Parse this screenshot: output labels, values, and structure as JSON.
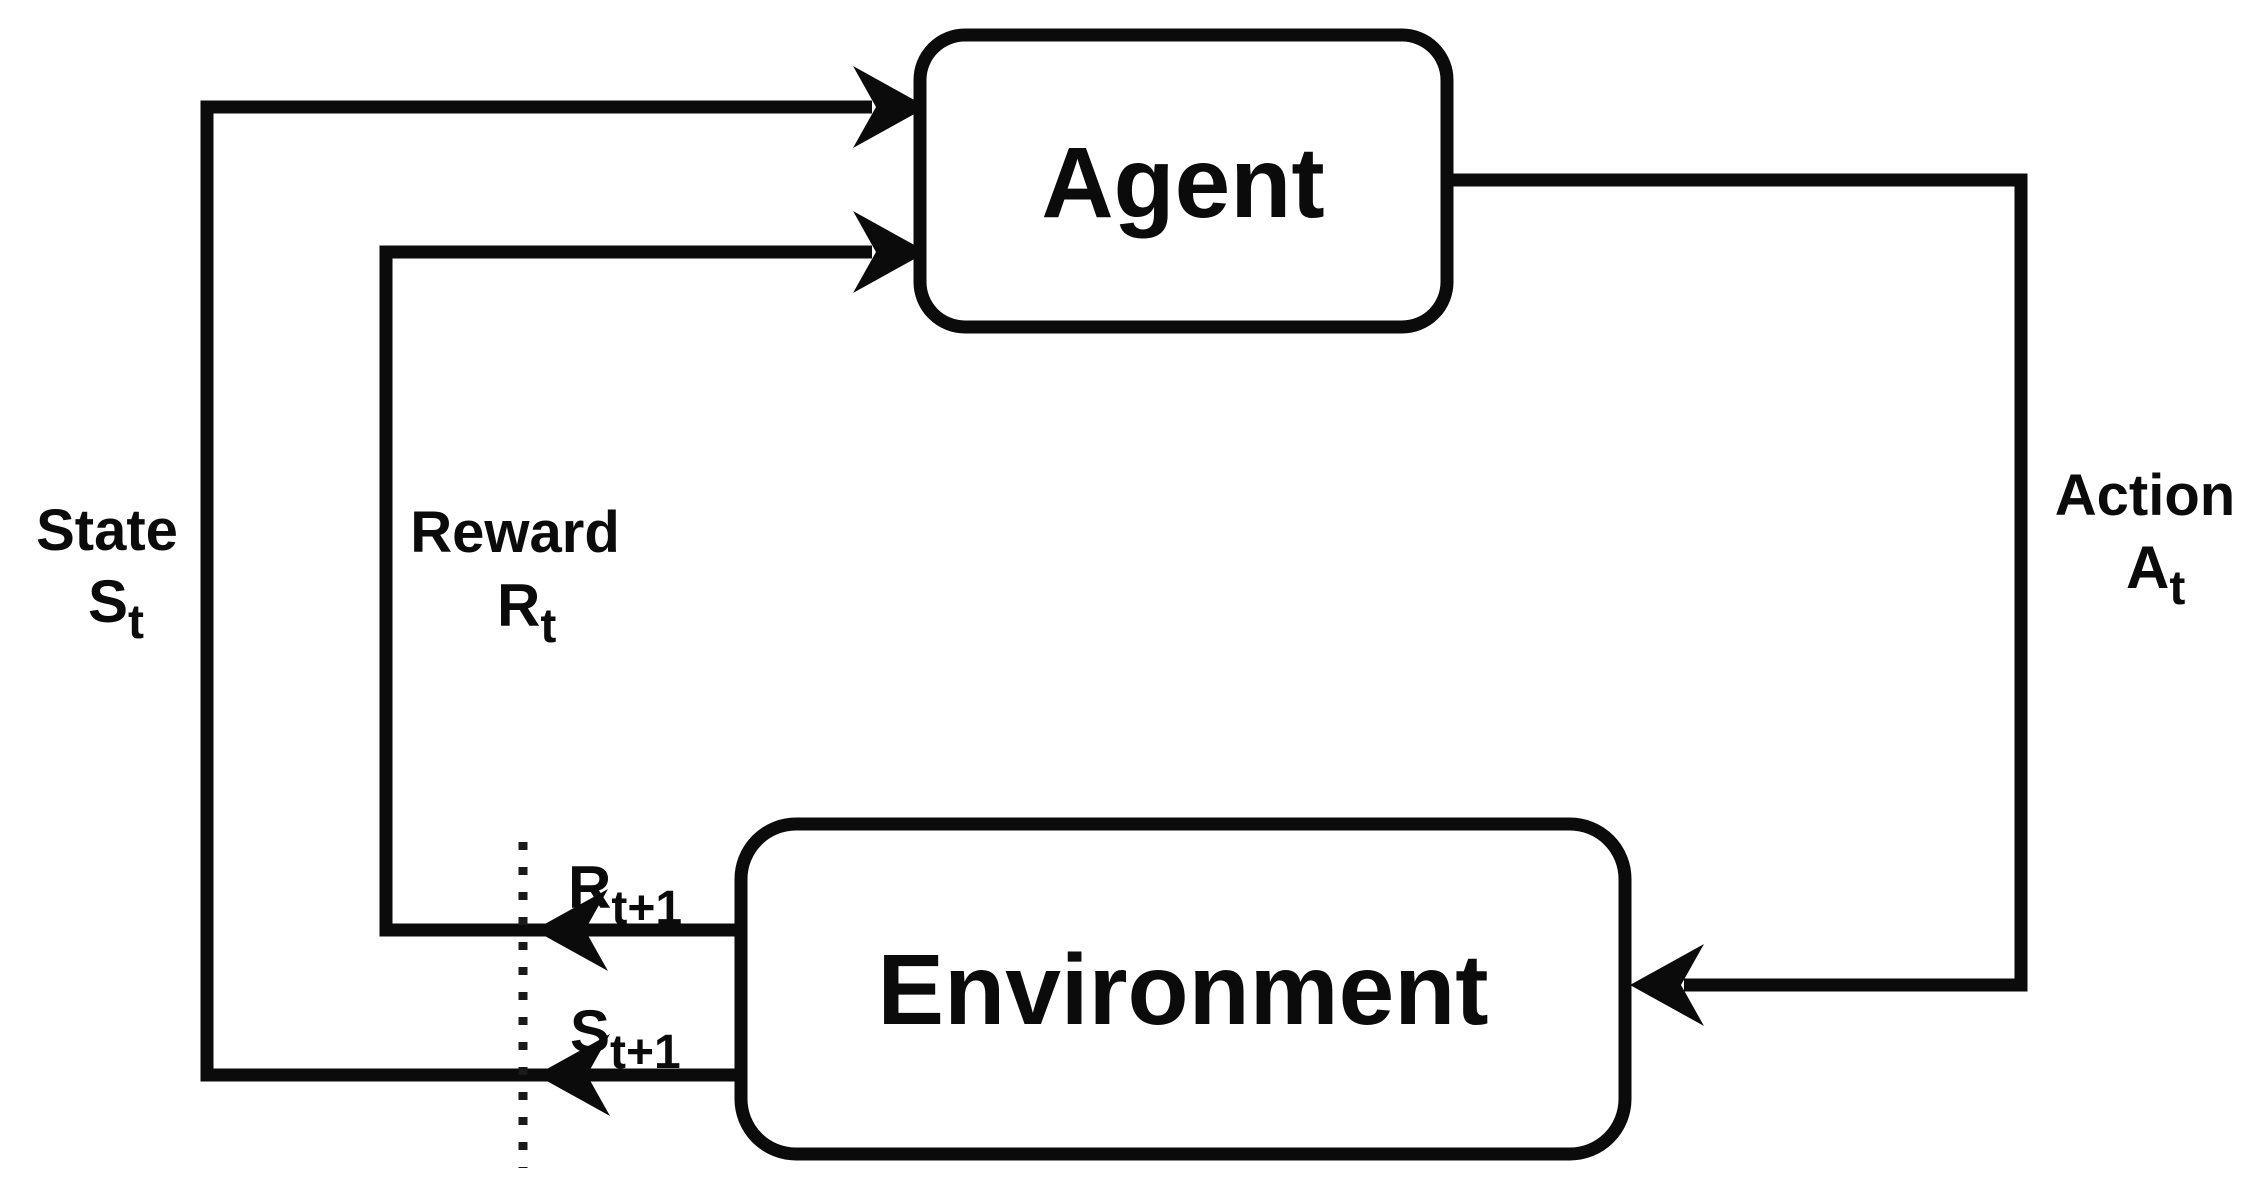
{
  "canvas": {
    "background": "#ffffff",
    "line_color": "#0b0b0b"
  },
  "nodes": {
    "agent": {
      "label": "Agent"
    },
    "environment": {
      "label": "Environment"
    }
  },
  "edges": {
    "state": {
      "name": "State",
      "symbol": "S",
      "sub": "t"
    },
    "reward": {
      "name": "Reward",
      "symbol": "R",
      "sub": "t"
    },
    "action": {
      "name": "Action",
      "symbol": "A",
      "sub": "t"
    },
    "next_reward": {
      "symbol": "R",
      "sub": "t+1"
    },
    "next_state": {
      "symbol": "S",
      "sub": "t+1"
    }
  }
}
